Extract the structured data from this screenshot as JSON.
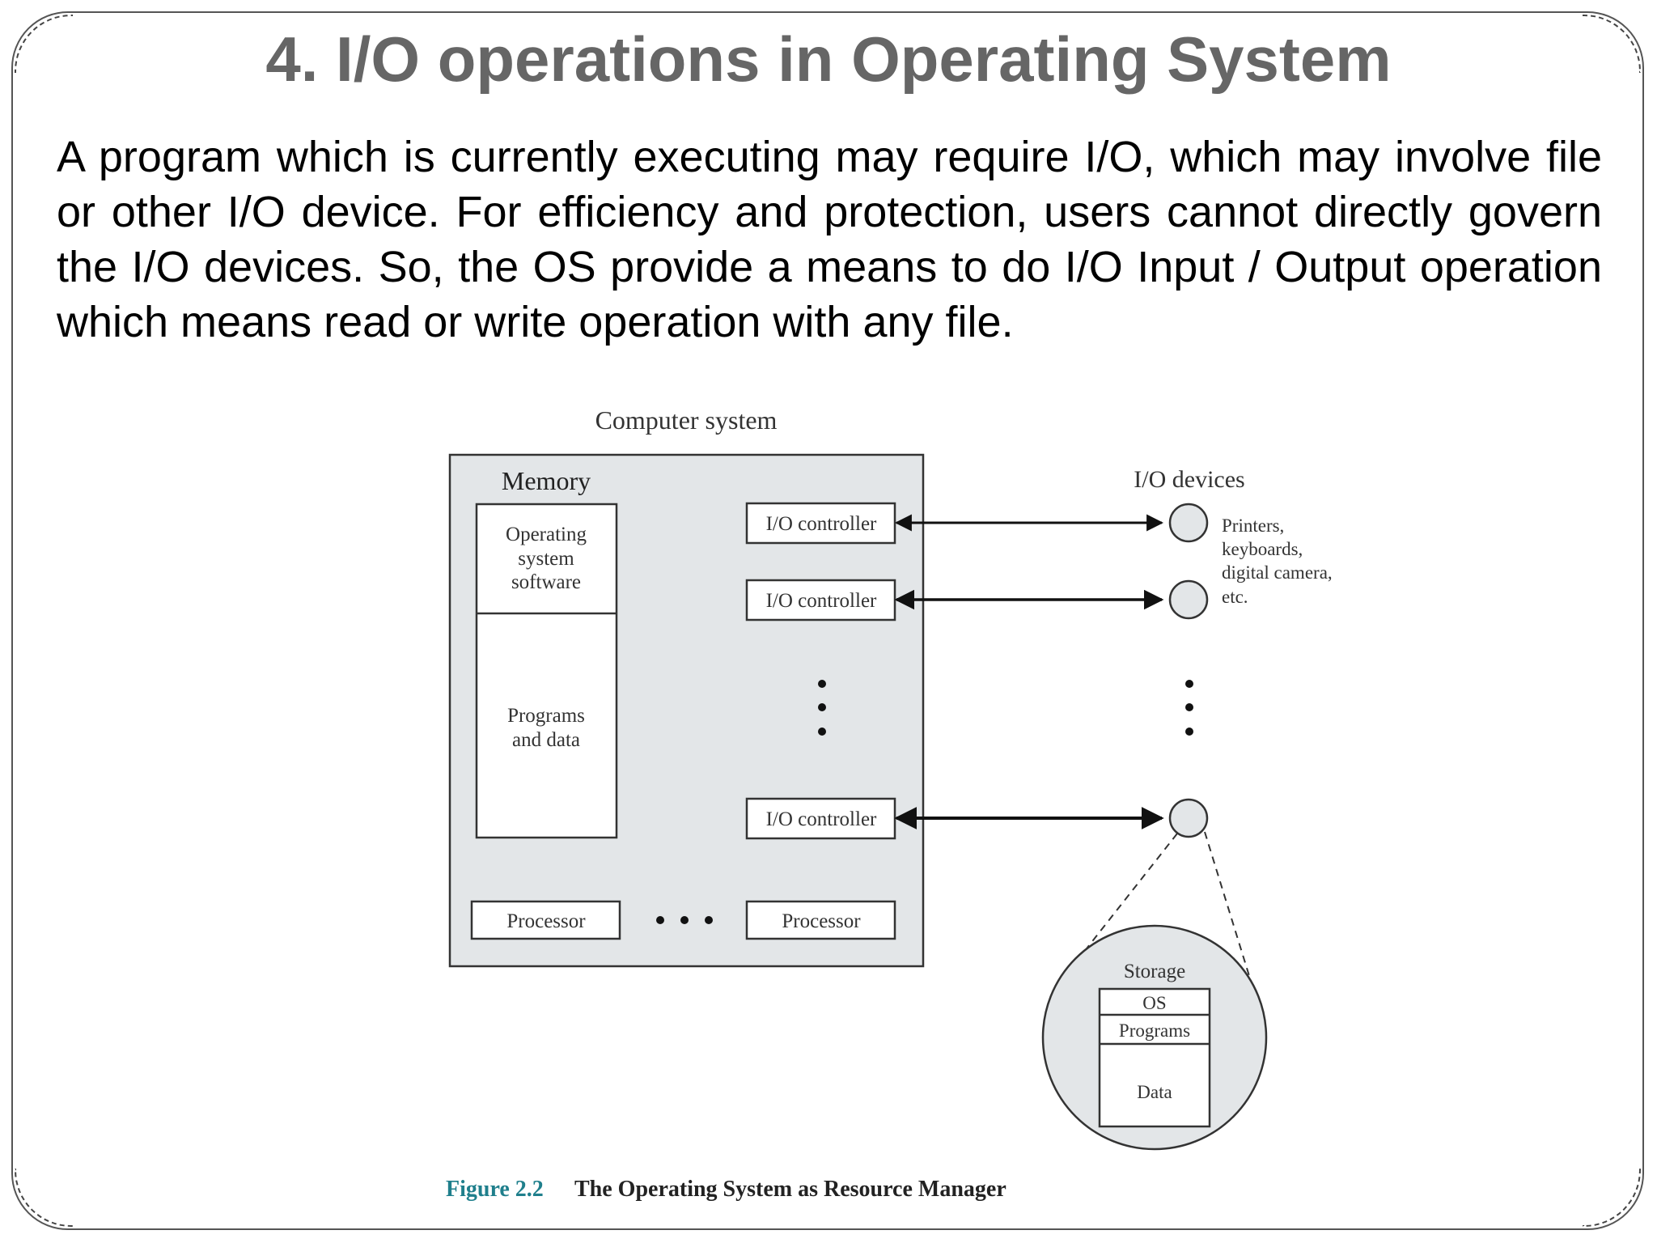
{
  "slide": {
    "title": "4. I/O operations in Operating System",
    "body": "A program which is currently executing may require I/O, which may involve file or other I/O device. For efficiency and protection, users cannot directly govern the I/O devices. So, the OS provide a means to do I/O Input / Output operation which means read or write operation with any file."
  },
  "diagram": {
    "computer_system_label": "Computer system",
    "memory_label": "Memory",
    "os_software_line1": "Operating",
    "os_software_line2": "system",
    "os_software_line3": "software",
    "programs_line1": "Programs",
    "programs_line2": "and data",
    "io_controller_1": "I/O controller",
    "io_controller_2": "I/O controller",
    "io_controller_3": "I/O controller",
    "processor_1": "Processor",
    "processor_2": "Processor",
    "io_devices_label": "I/O devices",
    "devices_line1": "Printers,",
    "devices_line2": "keyboards,",
    "devices_line3": "digital camera,",
    "devices_line4": "etc.",
    "storage_label": "Storage",
    "storage_os": "OS",
    "storage_programs": "Programs",
    "storage_data": "Data",
    "caption_number": "Figure 2.2",
    "caption_text": "The Operating System as Resource Manager",
    "colors": {
      "box_fill": "#e3e6e8",
      "caption_number": "#1f7f8c",
      "title_gray": "#666666"
    }
  }
}
